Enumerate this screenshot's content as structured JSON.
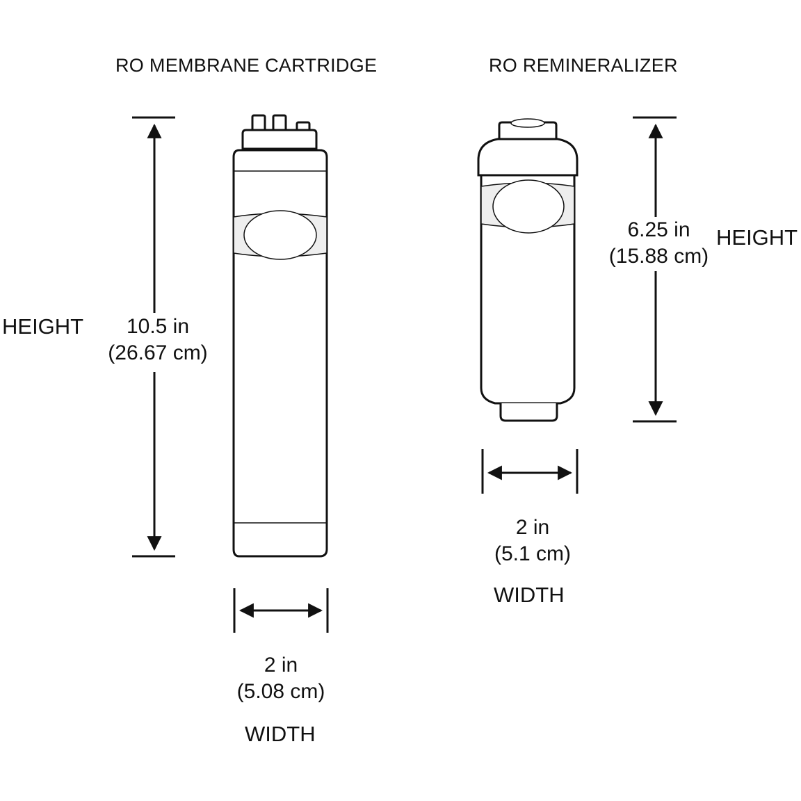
{
  "membrane": {
    "title": "RO MEMBRANE CARTRIDGE",
    "height_label": "HEIGHT",
    "height_value": "10.5 in",
    "height_metric": "(26.67 cm)",
    "width_value": "2 in",
    "width_metric": "(5.08 cm)",
    "width_label": "WIDTH"
  },
  "remineralizer": {
    "title": "RO REMINERALIZER",
    "height_label": "HEIGHT",
    "height_value": "6.25 in",
    "height_metric": "(15.88 cm)",
    "width_value": "2 in",
    "width_metric": "(5.1 cm)",
    "width_label": "WIDTH"
  },
  "colors": {
    "stroke": "#111111",
    "body_fill": "#ffffff",
    "band_fill": "#eeeeee"
  }
}
